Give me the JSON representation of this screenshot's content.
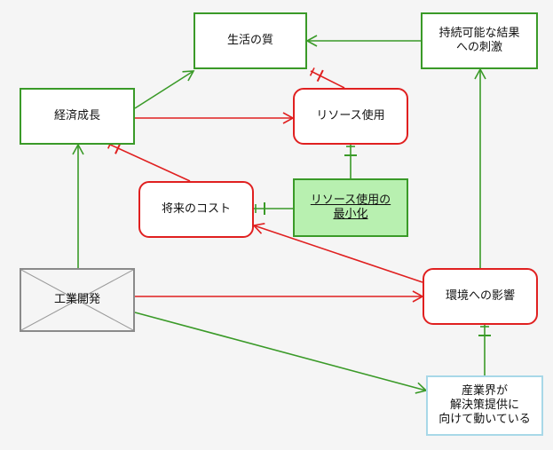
{
  "diagram": {
    "nodes": [
      {
        "id": "quality",
        "label": "生活の質",
        "style": "green"
      },
      {
        "id": "sustain",
        "label": "持続可能な結果\nへの刺激",
        "style": "green"
      },
      {
        "id": "growth",
        "label": "経済成長",
        "style": "green"
      },
      {
        "id": "resource",
        "label": "リソース使用",
        "style": "red"
      },
      {
        "id": "futurecost",
        "label": "将来のコスト",
        "style": "red"
      },
      {
        "id": "minimize",
        "label": "リソース使用の\n最小化",
        "style": "filled"
      },
      {
        "id": "industry",
        "label": "工業開発",
        "style": "gray"
      },
      {
        "id": "env",
        "label": "環境への影響",
        "style": "red"
      },
      {
        "id": "industrysol",
        "label": "産業界が\n解決策提供に\n向けて動いている",
        "style": "cyan"
      }
    ],
    "edges": [
      {
        "from": "growth",
        "to": "quality",
        "color": "green",
        "head": "arrow"
      },
      {
        "from": "sustain",
        "to": "quality",
        "color": "green",
        "head": "arrow"
      },
      {
        "from": "resource",
        "to": "quality",
        "color": "red",
        "head": "bar"
      },
      {
        "from": "growth",
        "to": "resource",
        "color": "red",
        "head": "arrow"
      },
      {
        "from": "futurecost",
        "to": "growth",
        "color": "red",
        "head": "bar"
      },
      {
        "from": "minimize",
        "to": "resource",
        "color": "green",
        "head": "bar"
      },
      {
        "from": "minimize",
        "to": "futurecost",
        "color": "green",
        "head": "bar"
      },
      {
        "from": "industry",
        "to": "growth",
        "color": "green",
        "head": "arrow"
      },
      {
        "from": "industry",
        "to": "env",
        "color": "red",
        "head": "arrow"
      },
      {
        "from": "env",
        "to": "futurecost",
        "color": "red",
        "head": "arrow"
      },
      {
        "from": "env",
        "to": "sustain",
        "color": "green",
        "head": "arrow"
      },
      {
        "from": "industry",
        "to": "industrysol",
        "color": "green",
        "head": "arrow"
      },
      {
        "from": "industrysol",
        "to": "env",
        "color": "green",
        "head": "bar"
      }
    ],
    "colors": {
      "green": "#3a9a28",
      "red": "#e02020",
      "gray": "#8a8a8a",
      "cyan": "#a8d8e8",
      "fill_green": "#b8f0b0"
    }
  }
}
